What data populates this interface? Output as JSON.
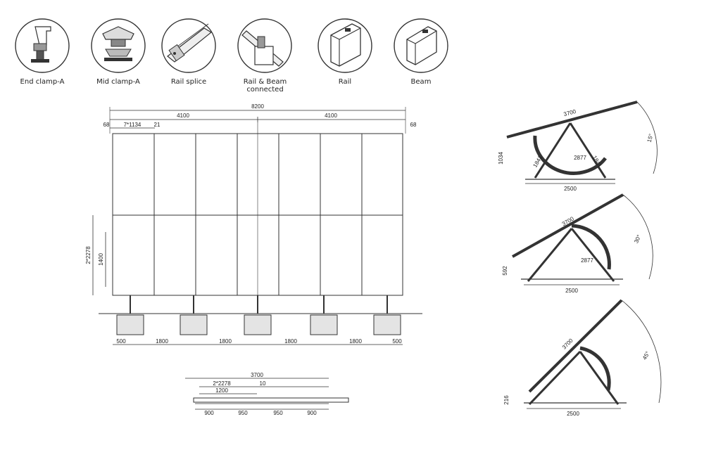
{
  "components": [
    {
      "label": "End clamp-A",
      "icon": "end-clamp-icon"
    },
    {
      "label": "Mid clamp-A",
      "icon": "mid-clamp-icon"
    },
    {
      "label": "Rail splice",
      "icon": "rail-splice-icon"
    },
    {
      "label": "Rail & Beam connected",
      "icon": "rail-beam-connector-icon"
    },
    {
      "label": "Rail",
      "icon": "rail-profile-icon"
    },
    {
      "label": "Beam",
      "icon": "beam-profile-icon"
    }
  ],
  "front_view": {
    "total_width": "8200",
    "half_left": "4100",
    "half_right": "4100",
    "edge_left": "68",
    "edge_right": "68",
    "module_span": "7*1134",
    "gap": "21",
    "height_total": "2*2278",
    "height_inner": "1400",
    "base_spacing": [
      "500",
      "1800",
      "1800",
      "1800",
      "1800",
      "500"
    ]
  },
  "top_view": {
    "length": "3700",
    "modules": "2*2278",
    "gap": "10",
    "rail": "1200",
    "spacing": [
      "900",
      "950",
      "950",
      "900"
    ]
  },
  "side_views": [
    {
      "panel": "3700",
      "angle": "15°",
      "height": "1034",
      "leg_left": "1841",
      "leg_right": "1841",
      "brace": "2877",
      "base": "2500"
    },
    {
      "panel": "3700",
      "angle": "30°",
      "height": "592",
      "brace": "2877",
      "base": "2500"
    },
    {
      "panel": "3700",
      "angle": "45°",
      "height": "216",
      "base": "2500"
    }
  ]
}
